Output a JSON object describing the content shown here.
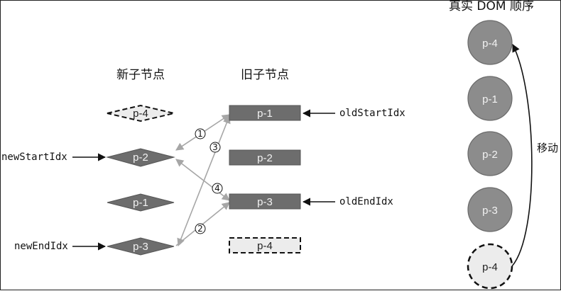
{
  "headings": {
    "new_children": "新子节点",
    "old_children": "旧子节点",
    "real_dom_order": "真实 DOM 顺序"
  },
  "new_children": [
    {
      "label": "p-4",
      "state": "placeholder"
    },
    {
      "label": "p-2",
      "state": "normal"
    },
    {
      "label": "p-1",
      "state": "normal"
    },
    {
      "label": "p-3",
      "state": "normal"
    }
  ],
  "old_children": [
    {
      "label": "p-1",
      "state": "normal"
    },
    {
      "label": "p-2",
      "state": "normal"
    },
    {
      "label": "p-3",
      "state": "normal"
    },
    {
      "label": "p-4",
      "state": "placeholder"
    }
  ],
  "real_dom": [
    {
      "label": "p-4",
      "state": "normal"
    },
    {
      "label": "p-1",
      "state": "normal"
    },
    {
      "label": "p-2",
      "state": "normal"
    },
    {
      "label": "p-3",
      "state": "normal"
    },
    {
      "label": "p-4",
      "state": "placeholder"
    }
  ],
  "pointers": {
    "new_start": "newStartIdx",
    "new_end": "newEndIdx",
    "old_start": "oldStartIdx",
    "old_end": "oldEndIdx"
  },
  "comparison_steps": [
    "①",
    "②",
    "③",
    "④"
  ],
  "move_label": "移动",
  "colors": {
    "node_fill": "#6d6d6d",
    "dom_circle_fill": "#8c8c8c",
    "placeholder_fill": "#ececec",
    "comparison_line": "#a6a6a6",
    "pointer_arrow": "#111111"
  }
}
